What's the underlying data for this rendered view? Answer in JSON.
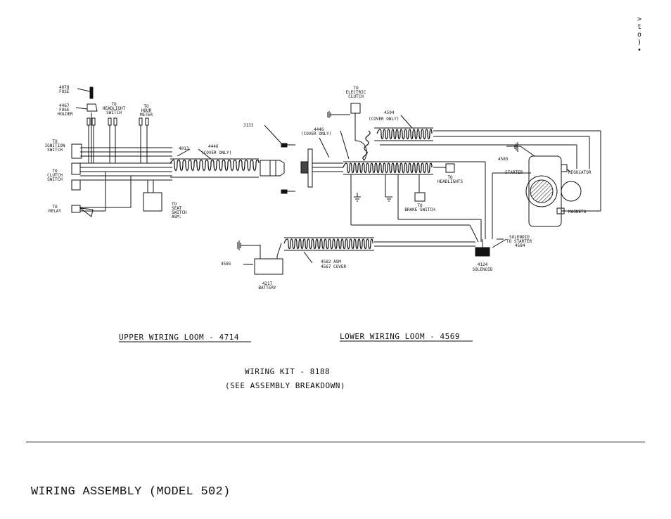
{
  "side_marks": [
    ">",
    "t",
    "o",
    ")",
    "•"
  ],
  "labels": {
    "fuse": [
      "4078",
      "FUSE"
    ],
    "fuse_holder": [
      "4467",
      "FUSE",
      "HOLDER"
    ],
    "headlight_switch": [
      "TO",
      "HEADLIGHT",
      "SWITCH"
    ],
    "hour_meter": [
      "TO",
      "HOUR",
      "METER"
    ],
    "ignition_switch": [
      "TO",
      "IGNITION",
      "SWITCH"
    ],
    "clutch_switch": [
      "TO",
      "CLUTCH",
      "SWITCH"
    ],
    "relay": [
      "TO",
      "RELAY"
    ],
    "seat_switch": [
      "TO",
      "SEAT",
      "SWITCH",
      "ASM."
    ],
    "part_4013": "4013",
    "cover_4446": [
      "4446",
      "(COVER ONLY)"
    ],
    "part_3133": "3133",
    "cover_4446b": [
      "4446",
      "(COVER ONLY)"
    ],
    "electric_clutch": [
      "TO",
      "ELECTRIC",
      "CLUTCH"
    ],
    "cover_4594": [
      "4594",
      "(COVER ONLY)"
    ],
    "part_4585_top": "4585",
    "starter": "STARTER",
    "regulator": "REGULATOR",
    "magneto": "MAGNETO",
    "headlights": [
      "TO",
      "HEADLIGHTS"
    ],
    "brake_switch": [
      "TO",
      "BRAKE SWITCH"
    ],
    "solenoid_starter": [
      "SOLENOID",
      "TO STARTER",
      "4584"
    ],
    "solenoid": [
      "4124",
      "SOLENOID"
    ],
    "part_4585_bottom": "4585",
    "asm_4582": [
      "4582 ASM",
      "4567 COVER"
    ],
    "battery": [
      "4217",
      "BATTERY"
    ]
  },
  "captions": {
    "upper_loom": "UPPER WIRING LOOM - 4714",
    "lower_loom": "LOWER WIRING LOOM - 4569",
    "kit": "WIRING KIT - 8188",
    "breakdown": "(SEE ASSEMBLY BREAKDOWN)"
  },
  "title": "WIRING ASSEMBLY  (MODEL 502)"
}
